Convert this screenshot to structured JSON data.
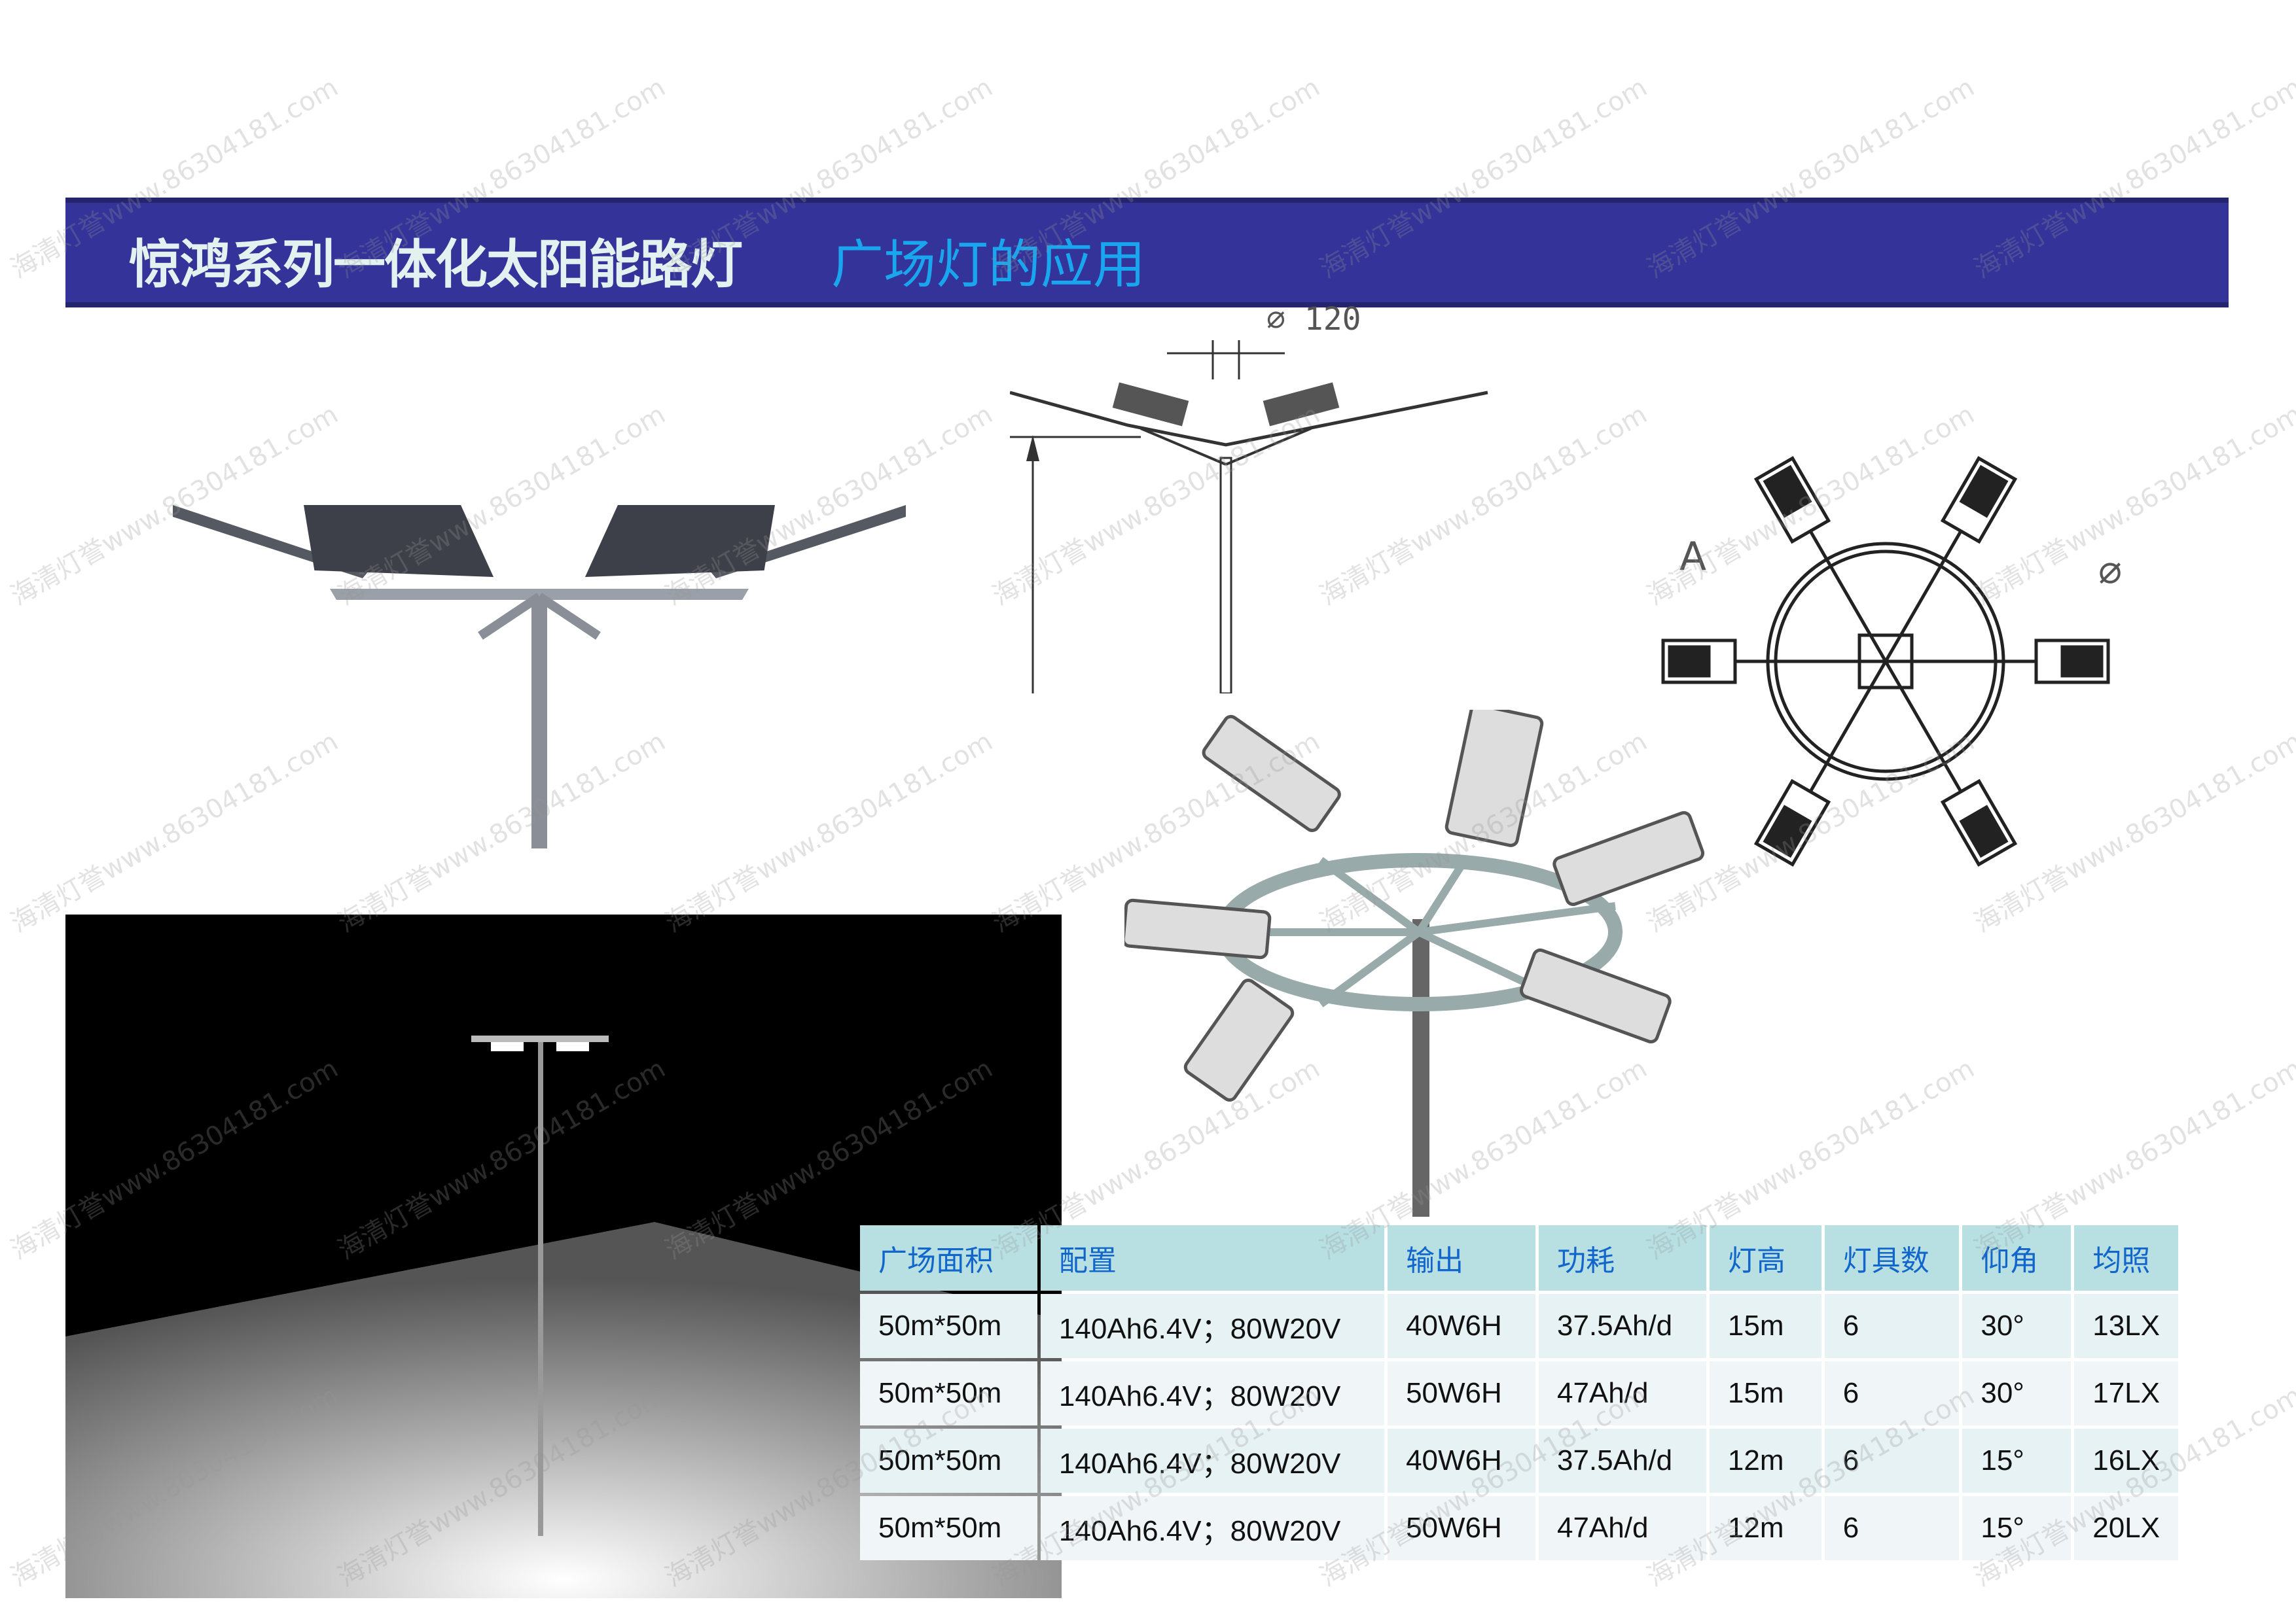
{
  "header": {
    "title": "惊鸿系列一体化太阳能路灯",
    "subtitle": "广场灯的应用"
  },
  "drawing": {
    "diameter_label": "⌀ 120",
    "section_label": "A",
    "diameter_symbol": "⌀"
  },
  "watermark": "海清灯誉www.86304181.com",
  "colors": {
    "header_bg": "#333399",
    "title": "#e4f1f1",
    "subtitle": "#1aa6ee",
    "table_header_bg": "#b8dfe2",
    "table_header_text": "#1166cc"
  },
  "table": {
    "headers": [
      "广场面积",
      "配置",
      "输出",
      "功耗",
      "灯高",
      "灯具数",
      "仰角",
      "均照"
    ],
    "rows": [
      [
        "50m*50m",
        "140Ah6.4V；80W20V",
        "40W6H",
        "37.5Ah/d",
        "15m",
        "6",
        "30°",
        "13LX"
      ],
      [
        "50m*50m",
        "140Ah6.4V；80W20V",
        "50W6H",
        "47Ah/d",
        "15m",
        "6",
        "30°",
        "17LX"
      ],
      [
        "50m*50m",
        "140Ah6.4V；80W20V",
        "40W6H",
        "37.5Ah/d",
        "12m",
        "6",
        "15°",
        "16LX"
      ],
      [
        "50m*50m",
        "140Ah6.4V；80W20V",
        "50W6H",
        "47Ah/d",
        "12m",
        "6",
        "15°",
        "20LX"
      ]
    ]
  }
}
